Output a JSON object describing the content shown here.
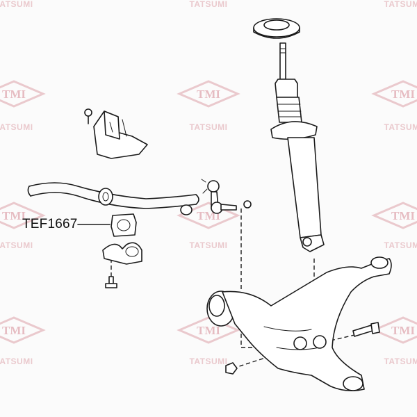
{
  "callout": {
    "part_number": "TEF1667"
  },
  "watermark": {
    "logo_text": "TMI",
    "brand_text": "TATSUMI",
    "color": "#eac9cd"
  },
  "colors": {
    "line": "#1a1a1a",
    "background": "#fbfbfb"
  }
}
